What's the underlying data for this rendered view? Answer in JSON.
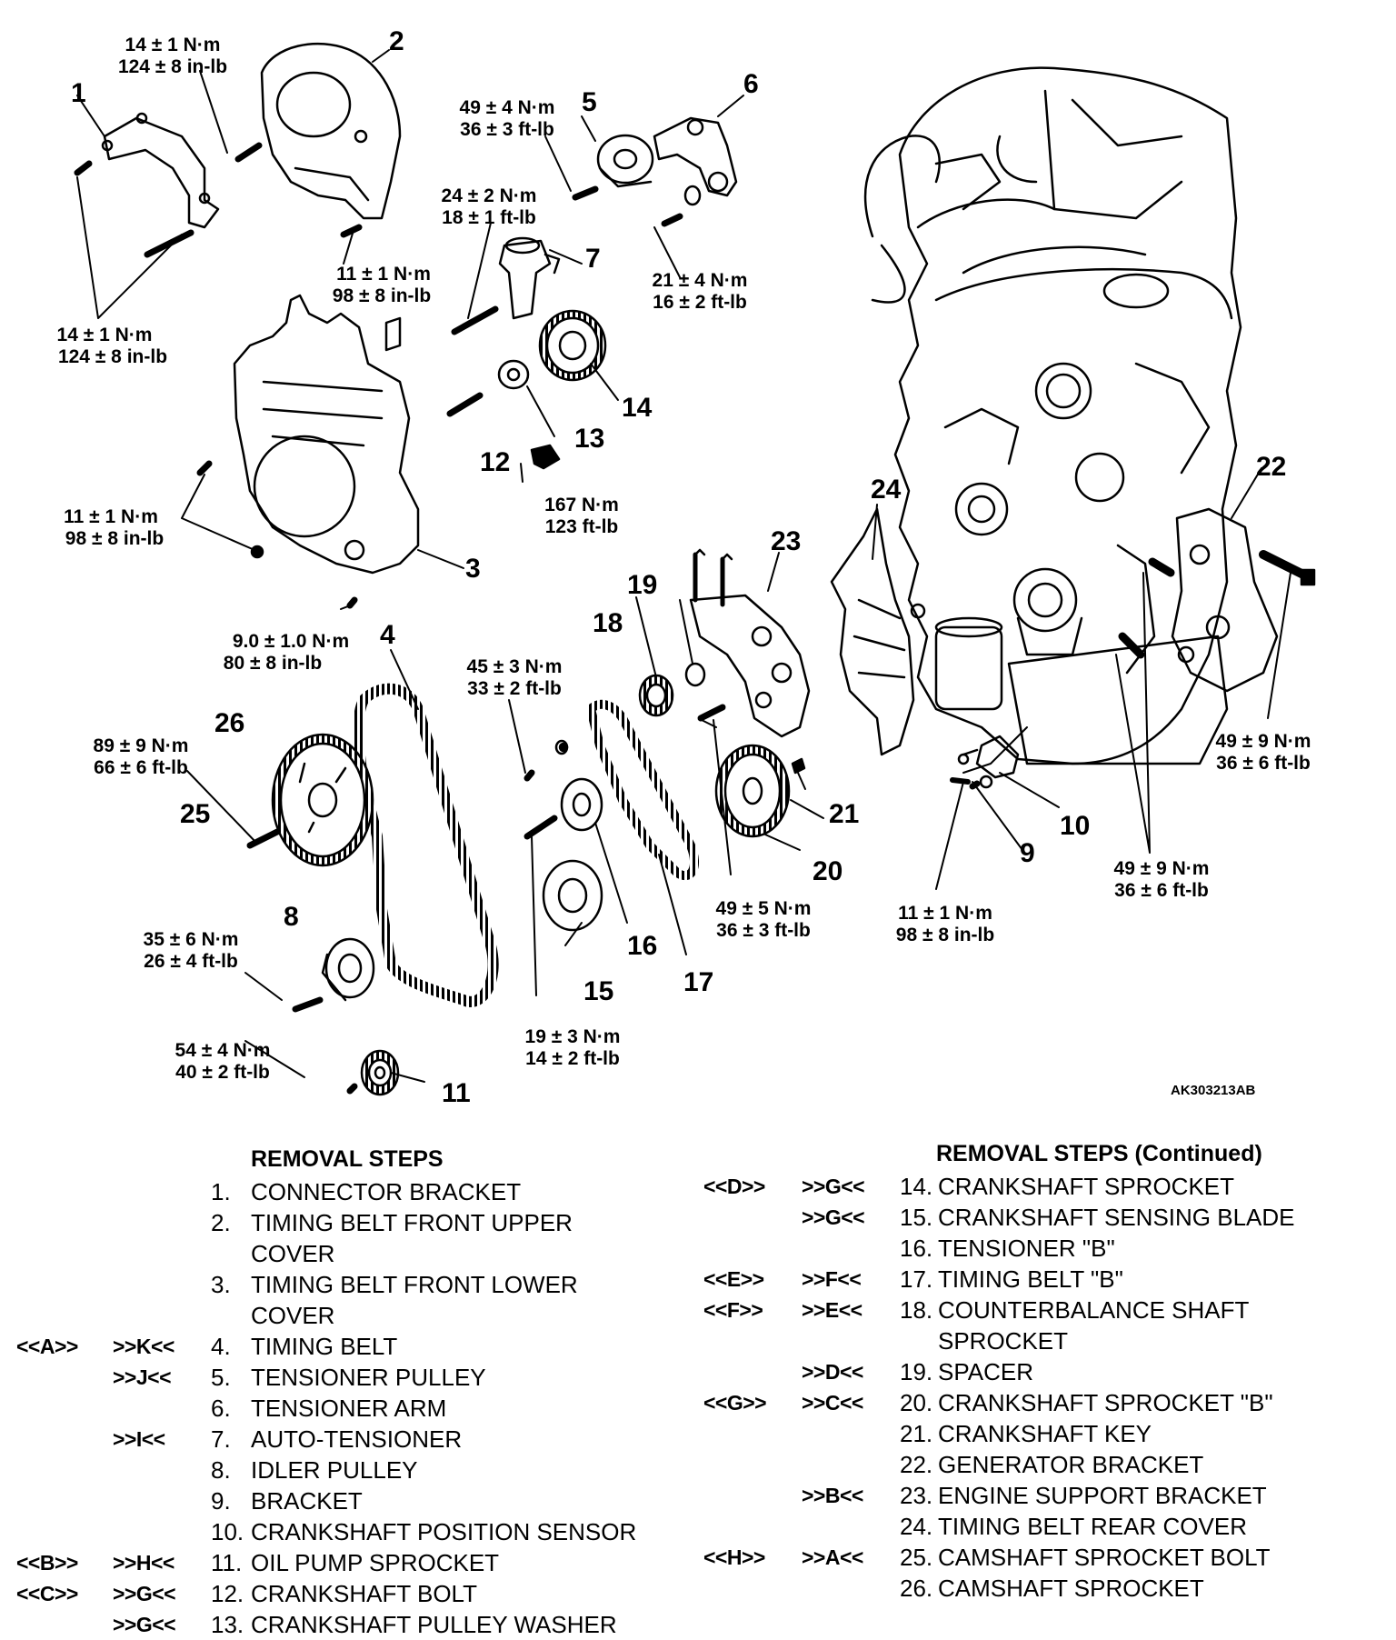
{
  "diagram": {
    "figure_code": "AK303213AB",
    "part_labels": [
      "1",
      "2",
      "3",
      "4",
      "5",
      "6",
      "7",
      "8",
      "9",
      "10",
      "11",
      "12",
      "13",
      "14",
      "15",
      "16",
      "17",
      "18",
      "19",
      "20",
      "21",
      "22",
      "23",
      "24",
      "25",
      "26"
    ],
    "torques": {
      "t_cover_upper_top": [
        "14 ± 1 N·m",
        "124 ± 8 in-lb"
      ],
      "t_bracket_left": [
        "14 ± 1 N·m",
        "124 ± 8 in-lb"
      ],
      "t_cover_upper_bottom": [
        "11 ± 1 N·m",
        "98 ± 8 in-lb"
      ],
      "t_tensioner_pulley": [
        "49 ± 4 N·m",
        "36 ± 3 ft-lb"
      ],
      "t_auto_tensioner": [
        "24 ± 2 N·m",
        "18 ± 1 ft-lb"
      ],
      "t_tensioner_arm": [
        "21 ± 4 N·m",
        "16 ± 2 ft-lb"
      ],
      "t_lower_cover": [
        "11 ± 1 N·m",
        "98 ± 8 in-lb"
      ],
      "t_crank_bolt": [
        "167 N·m",
        "123 ft-lb"
      ],
      "t_lower_cover_bottom": [
        "9.0 ± 1.0 N·m",
        "80 ± 8 in-lb"
      ],
      "t_tensioner_b": [
        "45 ± 3 N·m",
        "33 ± 2 ft-lb"
      ],
      "t_cam_bolt": [
        "89 ± 9 N·m",
        "66 ± 6 ft-lb"
      ],
      "t_idler": [
        "35 ± 6 N·m",
        "26 ± 4 ft-lb"
      ],
      "t_oil_pump": [
        "54 ± 4 N·m",
        "40 ± 2 ft-lb"
      ],
      "t_tensioner_b_bolt": [
        "19 ± 3 N·m",
        "14 ± 2 ft-lb"
      ],
      "t_support_bracket": [
        "49 ± 5 N·m",
        "36 ± 3 ft-lb"
      ],
      "t_sensor": [
        "11 ± 1 N·m",
        "98 ± 8 in-lb"
      ],
      "t_generator_right": [
        "49 ± 9 N·m",
        "36 ± 6 ft-lb"
      ],
      "t_generator_lower": [
        "49 ± 9 N·m",
        "36 ± 6 ft-lb"
      ]
    }
  },
  "removal_steps": {
    "title": "REMOVAL STEPS",
    "title_continued": "REMOVAL STEPS (Continued)",
    "left": [
      {
        "a": "",
        "b": "",
        "n": "1.",
        "t": "CONNECTOR BRACKET",
        "t2": ""
      },
      {
        "a": "",
        "b": "",
        "n": "2.",
        "t": "TIMING BELT FRONT UPPER",
        "t2": "COVER"
      },
      {
        "a": "",
        "b": "",
        "n": "3.",
        "t": "TIMING BELT FRONT LOWER",
        "t2": "COVER"
      },
      {
        "a": "<<A>>",
        "b": ">>K<<",
        "n": "4.",
        "t": "TIMING BELT",
        "t2": ""
      },
      {
        "a": "",
        "b": ">>J<<",
        "n": "5.",
        "t": "TENSIONER PULLEY",
        "t2": ""
      },
      {
        "a": "",
        "b": "",
        "n": "6.",
        "t": "TENSIONER ARM",
        "t2": ""
      },
      {
        "a": "",
        "b": ">>I<<",
        "n": "7.",
        "t": "AUTO-TENSIONER",
        "t2": ""
      },
      {
        "a": "",
        "b": "",
        "n": "8.",
        "t": "IDLER PULLEY",
        "t2": ""
      },
      {
        "a": "",
        "b": "",
        "n": "9.",
        "t": "BRACKET",
        "t2": ""
      },
      {
        "a": "",
        "b": "",
        "n": "10.",
        "t": "CRANKSHAFT POSITION SENSOR",
        "t2": ""
      },
      {
        "a": "<<B>>",
        "b": ">>H<<",
        "n": "11.",
        "t": "OIL PUMP SPROCKET",
        "t2": ""
      },
      {
        "a": "<<C>>",
        "b": ">>G<<",
        "n": "12.",
        "t": "CRANKSHAFT BOLT",
        "t2": ""
      },
      {
        "a": "",
        "b": ">>G<<",
        "n": "13.",
        "t": "CRANKSHAFT PULLEY WASHER",
        "t2": ""
      }
    ],
    "right": [
      {
        "a": "<<D>>",
        "b": ">>G<<",
        "n": "14.",
        "t": "CRANKSHAFT SPROCKET",
        "t2": ""
      },
      {
        "a": "",
        "b": ">>G<<",
        "n": "15.",
        "t": "CRANKSHAFT SENSING BLADE",
        "t2": ""
      },
      {
        "a": "",
        "b": "",
        "n": "16.",
        "t": "TENSIONER \"B\"",
        "t2": ""
      },
      {
        "a": "<<E>>",
        "b": ">>F<<",
        "n": "17.",
        "t": "TIMING BELT \"B\"",
        "t2": ""
      },
      {
        "a": "<<F>>",
        "b": ">>E<<",
        "n": "18.",
        "t": "COUNTERBALANCE SHAFT",
        "t2": "SPROCKET"
      },
      {
        "a": "",
        "b": ">>D<<",
        "n": "19.",
        "t": "SPACER",
        "t2": ""
      },
      {
        "a": "<<G>>",
        "b": ">>C<<",
        "n": "20.",
        "t": "CRANKSHAFT SPROCKET \"B\"",
        "t2": ""
      },
      {
        "a": "",
        "b": "",
        "n": "21.",
        "t": "CRANKSHAFT KEY",
        "t2": ""
      },
      {
        "a": "",
        "b": "",
        "n": "22.",
        "t": "GENERATOR BRACKET",
        "t2": ""
      },
      {
        "a": "",
        "b": ">>B<<",
        "n": "23.",
        "t": "ENGINE SUPPORT BRACKET",
        "t2": ""
      },
      {
        "a": "",
        "b": "",
        "n": "24.",
        "t": "TIMING BELT REAR COVER",
        "t2": ""
      },
      {
        "a": "<<H>>",
        "b": ">>A<<",
        "n": "25.",
        "t": "CAMSHAFT SPROCKET BOLT",
        "t2": ""
      },
      {
        "a": "",
        "b": "",
        "n": "26.",
        "t": "CAMSHAFT SPROCKET",
        "t2": ""
      }
    ]
  }
}
